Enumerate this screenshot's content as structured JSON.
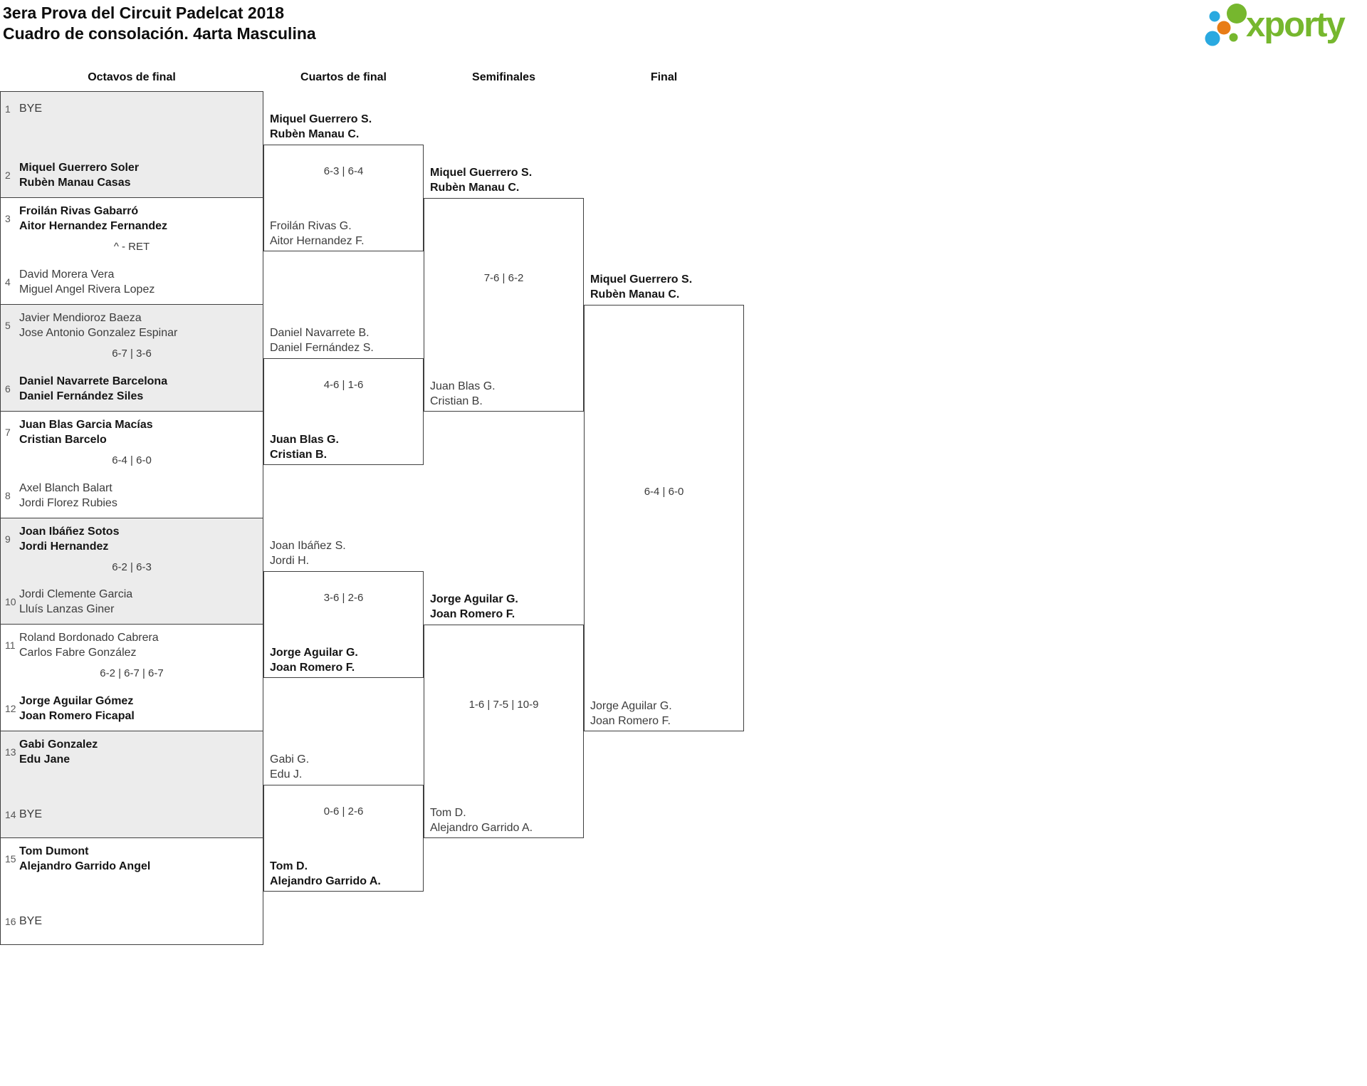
{
  "header": {
    "title_line1": "3era Prova del Circuit Padelcat 2018",
    "title_line2": "Cuadro de consolación. 4arta Masculina",
    "logo_text": "xporty"
  },
  "colors": {
    "brand_green": "#76b72e",
    "brand_blue": "#2aa9e0",
    "brand_orange": "#e87c16"
  },
  "rounds": [
    {
      "label": "Octavos de final"
    },
    {
      "label": "Cuartos de final"
    },
    {
      "label": "Semifinales"
    },
    {
      "label": "Final"
    }
  ],
  "bracket": {
    "octavos": [
      {
        "teams": [
          {
            "seed": "1",
            "lines": [
              "BYE"
            ],
            "bold": false
          },
          {
            "seed": "2",
            "lines": [
              "Miquel Guerrero Soler",
              "Rubèn Manau Casas"
            ],
            "bold": true
          }
        ],
        "score": ""
      },
      {
        "teams": [
          {
            "seed": "3",
            "lines": [
              "Froilán Rivas Gabarró",
              "Aitor Hernandez Fernandez"
            ],
            "bold": true
          },
          {
            "seed": "4",
            "lines": [
              "David Morera Vera",
              "Miguel Angel Rivera Lopez"
            ],
            "bold": false
          }
        ],
        "score": "^ - RET"
      },
      {
        "teams": [
          {
            "seed": "5",
            "lines": [
              "Javier Mendioroz Baeza",
              "Jose Antonio Gonzalez Espinar"
            ],
            "bold": false
          },
          {
            "seed": "6",
            "lines": [
              "Daniel Navarrete Barcelona",
              "Daniel Fernández Siles"
            ],
            "bold": true
          }
        ],
        "score": "6-7 | 3-6"
      },
      {
        "teams": [
          {
            "seed": "7",
            "lines": [
              "Juan Blas Garcia Macías",
              "Cristian Barcelo"
            ],
            "bold": true
          },
          {
            "seed": "8",
            "lines": [
              "Axel Blanch Balart",
              "Jordi Florez Rubies"
            ],
            "bold": false
          }
        ],
        "score": "6-4 | 6-0"
      },
      {
        "teams": [
          {
            "seed": "9",
            "lines": [
              "Joan Ibáñez Sotos",
              "Jordi Hernandez"
            ],
            "bold": true
          },
          {
            "seed": "10",
            "lines": [
              "Jordi Clemente Garcia",
              "Lluís Lanzas Giner"
            ],
            "bold": false
          }
        ],
        "score": "6-2 | 6-3"
      },
      {
        "teams": [
          {
            "seed": "11",
            "lines": [
              "Roland Bordonado Cabrera",
              "Carlos Fabre González"
            ],
            "bold": false
          },
          {
            "seed": "12",
            "lines": [
              "Jorge Aguilar Gómez",
              "Joan Romero Ficapal"
            ],
            "bold": true
          }
        ],
        "score": "6-2 | 6-7 | 6-7"
      },
      {
        "teams": [
          {
            "seed": "13",
            "lines": [
              "Gabi Gonzalez",
              "Edu Jane"
            ],
            "bold": true
          },
          {
            "seed": "14",
            "lines": [
              "BYE"
            ],
            "bold": false
          }
        ],
        "score": ""
      },
      {
        "teams": [
          {
            "seed": "15",
            "lines": [
              "Tom Dumont",
              "Alejandro Garrido Angel"
            ],
            "bold": true
          },
          {
            "seed": "16",
            "lines": [
              "BYE"
            ],
            "bold": false
          }
        ],
        "score": ""
      }
    ],
    "cuartos": [
      {
        "teams": [
          {
            "lines": [
              "Miquel Guerrero S.",
              "Rubèn Manau C."
            ],
            "bold": true
          },
          {
            "lines": [
              "Froilán Rivas G.",
              "Aitor Hernandez F."
            ],
            "bold": false
          }
        ],
        "score": "6-3 | 6-4"
      },
      {
        "teams": [
          {
            "lines": [
              "Daniel Navarrete B.",
              "Daniel Fernández S."
            ],
            "bold": false
          },
          {
            "lines": [
              "Juan Blas G.",
              "Cristian B."
            ],
            "bold": true
          }
        ],
        "score": "4-6 | 1-6"
      },
      {
        "teams": [
          {
            "lines": [
              "Joan Ibáñez S.",
              "Jordi H."
            ],
            "bold": false
          },
          {
            "lines": [
              "Jorge Aguilar G.",
              "Joan Romero F."
            ],
            "bold": true
          }
        ],
        "score": "3-6 | 2-6"
      },
      {
        "teams": [
          {
            "lines": [
              "Gabi G.",
              "Edu J."
            ],
            "bold": false
          },
          {
            "lines": [
              "Tom D.",
              "Alejandro Garrido A."
            ],
            "bold": true
          }
        ],
        "score": "0-6 | 2-6"
      }
    ],
    "semifinales": [
      {
        "teams": [
          {
            "lines": [
              "Miquel Guerrero S.",
              "Rubèn Manau C."
            ],
            "bold": true
          },
          {
            "lines": [
              "Juan Blas G.",
              "Cristian B."
            ],
            "bold": false
          }
        ],
        "score": "7-6 | 6-2"
      },
      {
        "teams": [
          {
            "lines": [
              "Jorge Aguilar G.",
              "Joan Romero F."
            ],
            "bold": true
          },
          {
            "lines": [
              "Tom D.",
              "Alejandro Garrido A."
            ],
            "bold": false
          }
        ],
        "score": "1-6 | 7-5 | 10-9"
      }
    ],
    "final": [
      {
        "teams": [
          {
            "lines": [
              "Miquel Guerrero S.",
              "Rubèn Manau C."
            ],
            "bold": true
          },
          {
            "lines": [
              "Jorge Aguilar G.",
              "Joan Romero F."
            ],
            "bold": false
          }
        ],
        "score": "6-4 | 6-0"
      }
    ]
  }
}
